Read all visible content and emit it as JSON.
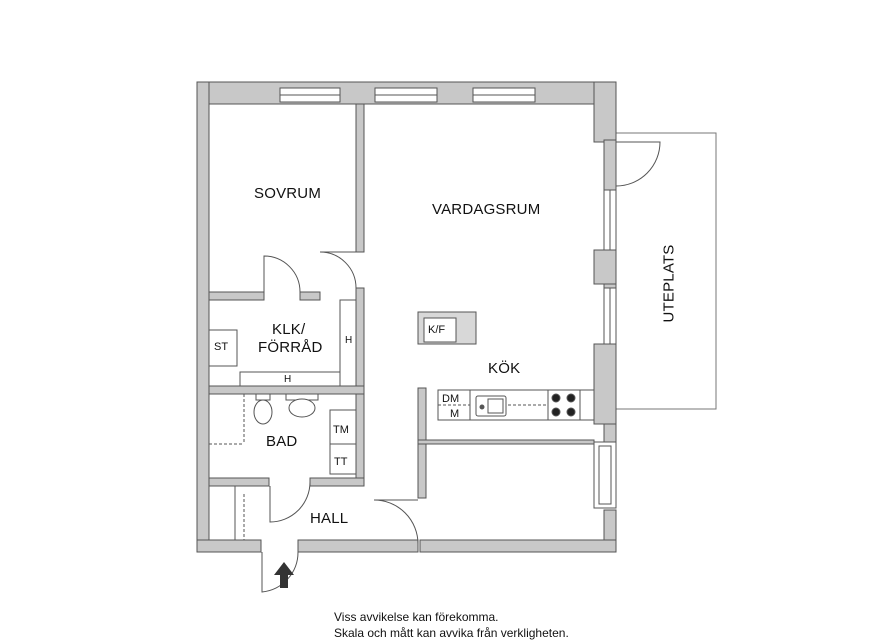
{
  "rooms": {
    "sovrum": "SOVRUM",
    "vardagsrum": "VARDAGSRUM",
    "klk_line1": "KLK/",
    "klk_line2": "FÖRRÅD",
    "kok": "KÖK",
    "bad": "BAD",
    "hall": "HALL",
    "uteplats": "UTEPLATS"
  },
  "fixtures": {
    "st": "ST",
    "h": "H",
    "kf": "K/F",
    "dm": "DM",
    "m": "M",
    "tm": "TM",
    "tt": "TT"
  },
  "disclaimer": {
    "line1": "Viss avvikelse kan förekomma.",
    "line2": "Skala och mått kan avvika från verkligheten."
  }
}
